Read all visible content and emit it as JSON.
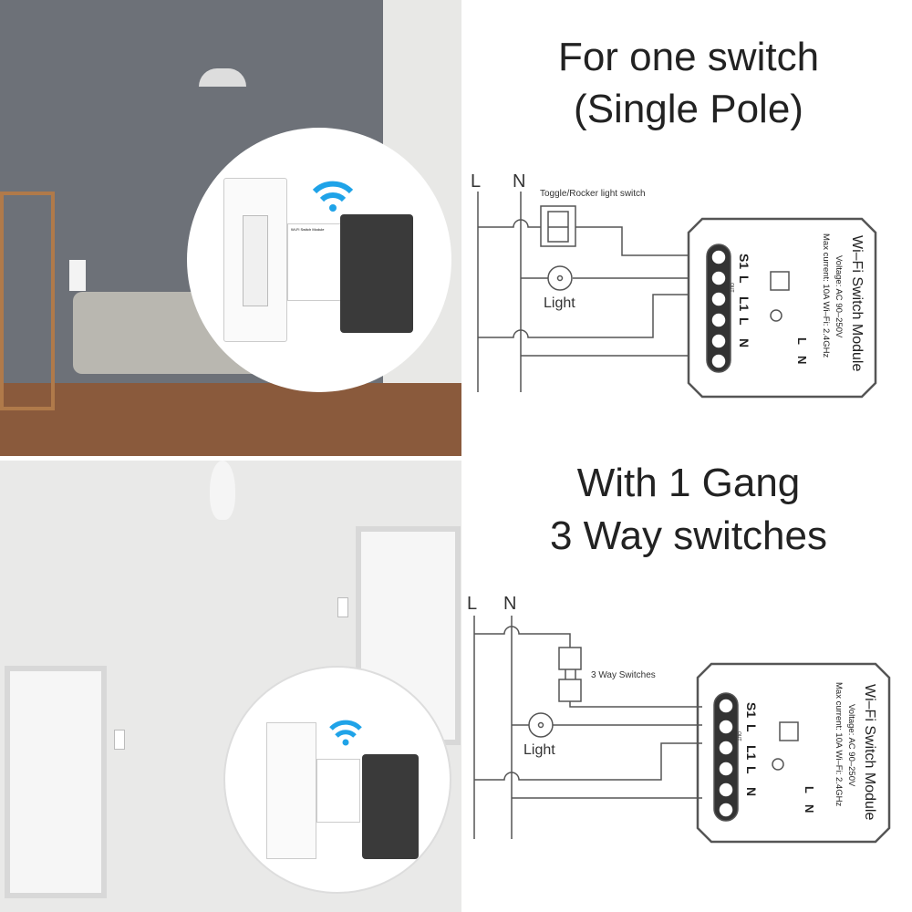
{
  "top": {
    "title_line1": "For one switch",
    "title_line2": "(Single Pole)",
    "diagram": {
      "L": "L",
      "N": "N",
      "switch_label": "Toggle/Rocker light switch",
      "light_label": "Light",
      "module": {
        "name": "Wi–Fi Switch Module",
        "voltage": "Voltage: AC 90–250V",
        "specs": "Max current: 10A  Wi–Fi: 2.4GHz",
        "terminals": [
          "S1",
          "L",
          "L1",
          "L",
          "N"
        ],
        "out_sub": "OUT",
        "right_terminals": [
          "L",
          "N"
        ]
      }
    }
  },
  "bottom": {
    "title_line1": "With 1 Gang",
    "title_line2": "3 Way switches",
    "diagram": {
      "L": "L",
      "N": "N",
      "switch_label": "3 Way Switches",
      "light_label": "Light",
      "module": {
        "name": "Wi–Fi Switch Module",
        "voltage": "Voltage: AC 90–250V",
        "specs": "Max current: 10A  Wi–Fi: 2.4GHz",
        "terminals": [
          "S1",
          "L",
          "L1",
          "L",
          "N"
        ],
        "out_sub": "OUT",
        "right_terminals": [
          "L",
          "N"
        ]
      }
    }
  },
  "photo_module_label": "Wi-Fi Switch Module",
  "colors": {
    "wifi": "#1fa3e8",
    "wall": "#6d7178",
    "line": "#555555"
  }
}
